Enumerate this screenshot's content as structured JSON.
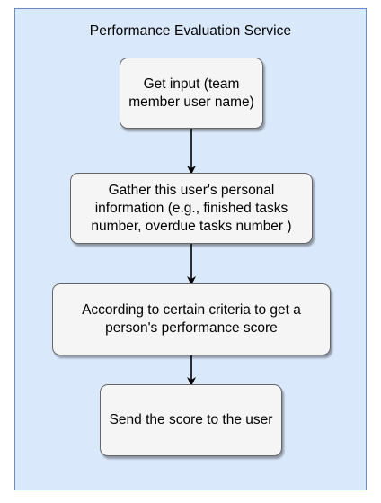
{
  "diagram": {
    "container_title": "Performance Evaluation Service",
    "steps": [
      {
        "label": "Get input (team member user name)"
      },
      {
        "label": "Gather this user's personal information (e.g., finished tasks number, overdue tasks number )"
      },
      {
        "label": "According to certain criteria to get a person's performance score"
      },
      {
        "label": "Send the score to the user"
      }
    ]
  },
  "colors": {
    "container_fill": "#dae8fc",
    "container_stroke": "#6c8ebf",
    "box_fill": "#f5f5f5",
    "box_stroke": "#666666",
    "arrow": "#000000"
  }
}
